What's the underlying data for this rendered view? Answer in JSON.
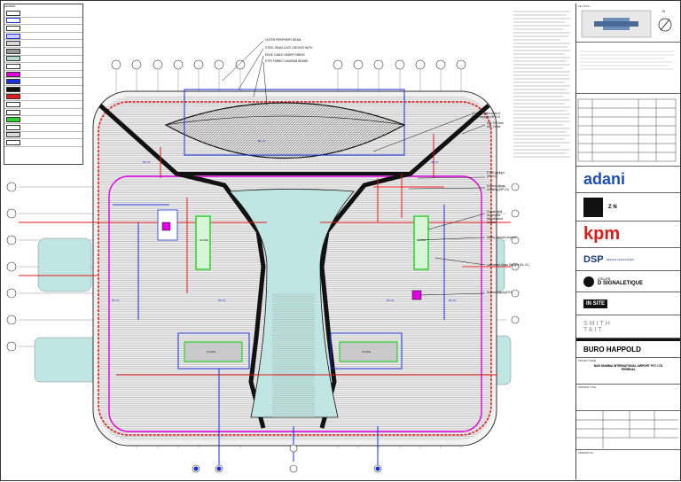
{
  "colors": {
    "magenta": "#e000e0",
    "red": "#e31b1b",
    "blue": "#1a2fd8",
    "green": "#2ed12e",
    "black": "#111111",
    "cyan_roof": "#bfe6e2",
    "grey_fill": "#c9c9c9",
    "glass": "#9fd6d0",
    "adani_blue": "#1d4fb0",
    "kpm_red": "#d4201b",
    "dsp_blue": "#1b3a7a"
  },
  "legend": {
    "title": "LEGEND",
    "rows": 18
  },
  "callouts": {
    "c1": "OUTER PERIPHERY BEAM",
    "c2": "STEEL SEAM LOCK GROOVE WITH",
    "c3": "EDGE CABLE UNDER FABRIC",
    "c4": "ETFE FABRIC DIAGRAM BEAMS",
    "c5": "Air Metal Band around ETFE skylight (MP-01)",
    "c6": "See Tile Slab Abv. Guide",
    "c7": "ETFE skylight (SP-01)",
    "c8": "External Metal Cladding (MP-01)",
    "c9": "Curtain Wall Glazing for Maintenance Access",
    "c10": "Safety Lamps/Lanyards",
    "c11": "Laminated Glass Skylight (GL-01)",
    "c12": "Access Hatch (B+H)"
  },
  "plan_labels": {
    "sl1": "SLOPE",
    "sl2": "SLOPE",
    "sl3": "SLOPE",
    "sl4": "SLOPE",
    "rf1": "RF-01",
    "rf2": "RF-01",
    "rf3": "RF-01",
    "rf4": "RF-01",
    "rf5": "RF-01",
    "rf6": "RF-01",
    "rf7": "RF-01"
  },
  "titleblock": {
    "key_plan": "KEY PLAN",
    "north": "N",
    "client_label": "CLIENT",
    "adani": "adani",
    "architect_label": "ARCHITECT",
    "zn": "Z N",
    "kpm": "kpm",
    "dsp": "DSP",
    "dsp_sub": "DESIGN ASSOCIATES",
    "atelier": "ATELIER",
    "signaletique": "D SIGNALETIQUE",
    "insite": "IN SITE",
    "smith": "SMITH",
    "tait": "TAIT",
    "buro": "BURO HAPPOLD",
    "project_label": "PROJECT NAME",
    "project": "NAVI MUMBAI INTERNATIONAL AIRPORT PVT. LTD",
    "project2": "TERMINAL",
    "drawing_title": "DRAWING TITLE",
    "drawing_no": "DRAWING NO."
  }
}
